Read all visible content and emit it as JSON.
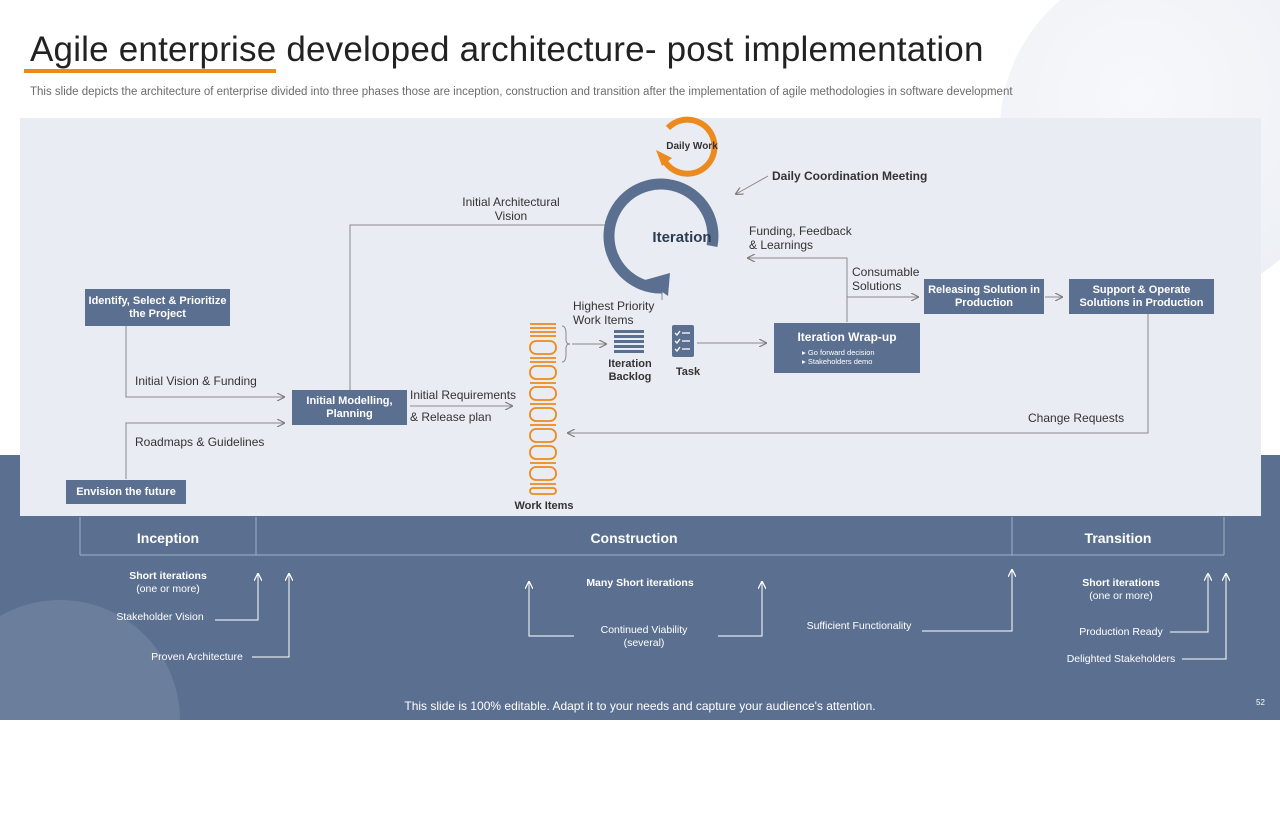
{
  "title": "Agile enterprise developed architecture- post implementation",
  "subtitle": "This slide depicts the architecture of enterprise divided into three phases those are inception, construction and transition after the implementation of agile methodologies in software development",
  "diagram": {
    "daily_work": "Daily Work",
    "daily_coordination": "Daily Coordination Meeting",
    "iteration": "Iteration",
    "funding_feedback": "Funding, Feedback & Learnings",
    "initial_arch_vision": "Initial Architectural Vision",
    "consumable_solutions": "Consumable Solutions",
    "identify_box": "Identify, Select & Prioritize the Project",
    "releasing_box": "Releasing Solution in Production",
    "support_box": "Support & Operate Solutions in Production",
    "highest_priority": "Highest Priority Work Items",
    "iteration_backlog": "Iteration Backlog",
    "task": "Task",
    "wrapup_title": "Iteration Wrap-up",
    "wrapup_items": [
      "Go forward decision",
      "Stakeholders demo"
    ],
    "initial_vision_funding": "Initial Vision & Funding",
    "initial_modelling_box": "Initial Modelling, Planning",
    "initial_requirements": "Initial Requirements",
    "release_plan": "& Release plan",
    "change_requests": "Change Requests",
    "roadmaps": "Roadmaps & Guidelines",
    "envision_box": "Envision the future",
    "work_items": "Work Items"
  },
  "phases": {
    "inception": {
      "label": "Inception",
      "short_iterations": "Short iterations",
      "one_or_more": "(one or more)",
      "stakeholder_vision": "Stakeholder Vision",
      "proven_architecture": "Proven Architecture"
    },
    "construction": {
      "label": "Construction",
      "many_short": "Many Short iterations",
      "continued_viability": "Continued Viability",
      "several": "(several)",
      "sufficient_functionality": "Sufficient Functionality"
    },
    "transition": {
      "label": "Transition",
      "short_iterations": "Short iterations",
      "one_or_more": "(one or more)",
      "production_ready": "Production Ready",
      "delighted_stakeholders": "Delighted Stakeholders"
    }
  },
  "footer": "This slide is 100% editable. Adapt it to your needs and capture your audience's attention.",
  "page_number": "52",
  "colors": {
    "accent": "#ec8a1e",
    "box": "#5b7090",
    "panel": "#e9ecf2",
    "band": "#5b7090"
  }
}
